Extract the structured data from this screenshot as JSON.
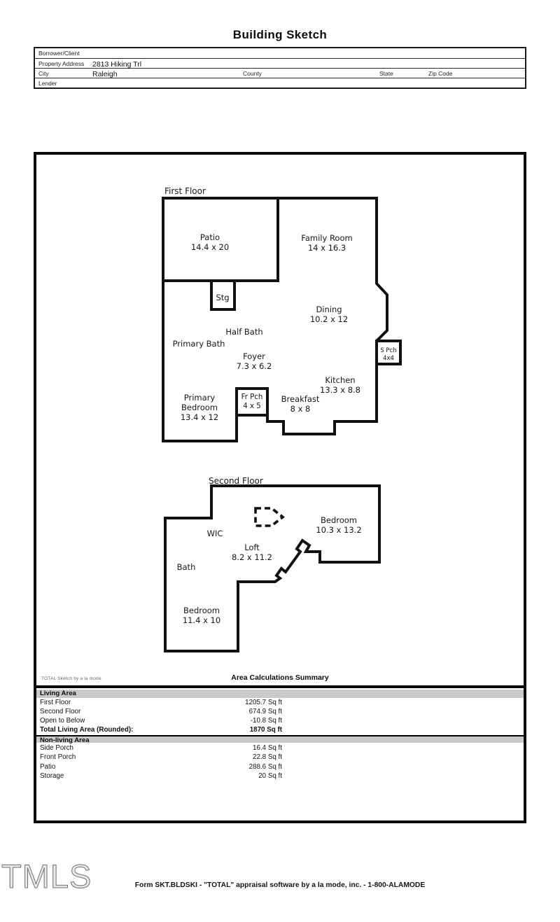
{
  "page": {
    "title": "Building Sketch"
  },
  "property_form": {
    "borrower_label": "Borrower/Client",
    "property_address_label": "Property Address",
    "property_address_value": "2813 Hiking Trl",
    "city_label": "City",
    "city_value": "Raleigh",
    "county_label": "County",
    "state_label": "State",
    "zip_label": "Zip Code",
    "lender_label": "Lender"
  },
  "sketch": {
    "first_floor": {
      "title": "First Floor",
      "rooms": {
        "patio": {
          "name": "Patio",
          "dims": "14.4 x 20"
        },
        "family_room": {
          "name": "Family Room",
          "dims": "14 x 16.3"
        },
        "storage": {
          "name": "Stg"
        },
        "dining": {
          "name": "Dining",
          "dims": "10.2 x 12"
        },
        "half_bath": {
          "name": "Half Bath"
        },
        "primary_bath": {
          "name": "Primary Bath"
        },
        "foyer": {
          "name": "Foyer",
          "dims": "7.3 x 6.2"
        },
        "side_porch": {
          "name": "S Pch",
          "dims": "4x4"
        },
        "kitchen": {
          "name": "Kitchen",
          "dims": "13.3 x 8.8"
        },
        "breakfast": {
          "name": "Breakfast",
          "dims": "8 x 8"
        },
        "primary_bedroom": {
          "name1": "Primary",
          "name2": "Bedroom",
          "dims": "13.4 x 12"
        },
        "front_porch": {
          "name": "Fr Pch",
          "dims": "4 x 5"
        }
      }
    },
    "second_floor": {
      "title": "Second Floor",
      "rooms": {
        "wic": {
          "name": "WIC"
        },
        "bedroom_right": {
          "name": "Bedroom",
          "dims": "10.3 x 13.2"
        },
        "loft": {
          "name": "Loft",
          "dims": "8.2 x 11.2"
        },
        "bath": {
          "name": "Bath"
        },
        "bedroom_left": {
          "name": "Bedroom",
          "dims": "11.4 x 10"
        }
      }
    }
  },
  "summary": {
    "source_note": "TOTAL Sketch by a la mode",
    "title": "Area Calculations Summary",
    "living": {
      "header": "Living Area",
      "rows": [
        {
          "label": "First Floor",
          "value": "1205.7 Sq ft"
        },
        {
          "label": "Second Floor",
          "value": "674.9 Sq ft"
        },
        {
          "label": "Open to Below",
          "value": "-10.8 Sq ft"
        },
        {
          "label": "Total Living Area (Rounded):",
          "value": "1870 Sq ft"
        }
      ]
    },
    "nonliving": {
      "header": "Non-living Area",
      "rows": [
        {
          "label": "Side Porch",
          "value": "16.4 Sq ft"
        },
        {
          "label": "Front Porch",
          "value": "22.8 Sq ft"
        },
        {
          "label": "Patio",
          "value": "288.6 Sq ft"
        },
        {
          "label": "Storage",
          "value": "20 Sq ft"
        }
      ]
    }
  },
  "footer": {
    "form_line": "Form SKT.BLDSKI - \"TOTAL\" appraisal software by a la mode, inc. - 1-800-ALAMODE",
    "watermark": "TMLS"
  }
}
